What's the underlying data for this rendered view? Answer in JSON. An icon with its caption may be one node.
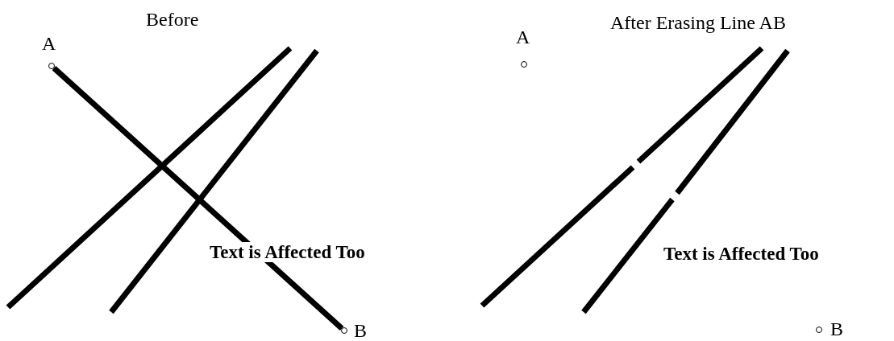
{
  "diagram": {
    "nodes": [
      {
        "text": [],
        "shape": "circle",
        "beside": [
          "A"
        ]
      },
      {
        "text": [],
        "shape": "circle",
        "beside": [
          "B"
        ]
      },
      {
        "text": [],
        "shape": "circle",
        "beside": [
          "A"
        ]
      },
      {
        "text": [],
        "shape": "circle",
        "beside": [
          "B"
        ]
      }
    ],
    "edges": [
      {
        "from": 0,
        "to": 1,
        "arrow": "none"
      }
    ],
    "labels": [
      "Before",
      "Text is Affected Too",
      "After Erasing Line AB",
      "Text is Affected Too"
    ]
  }
}
